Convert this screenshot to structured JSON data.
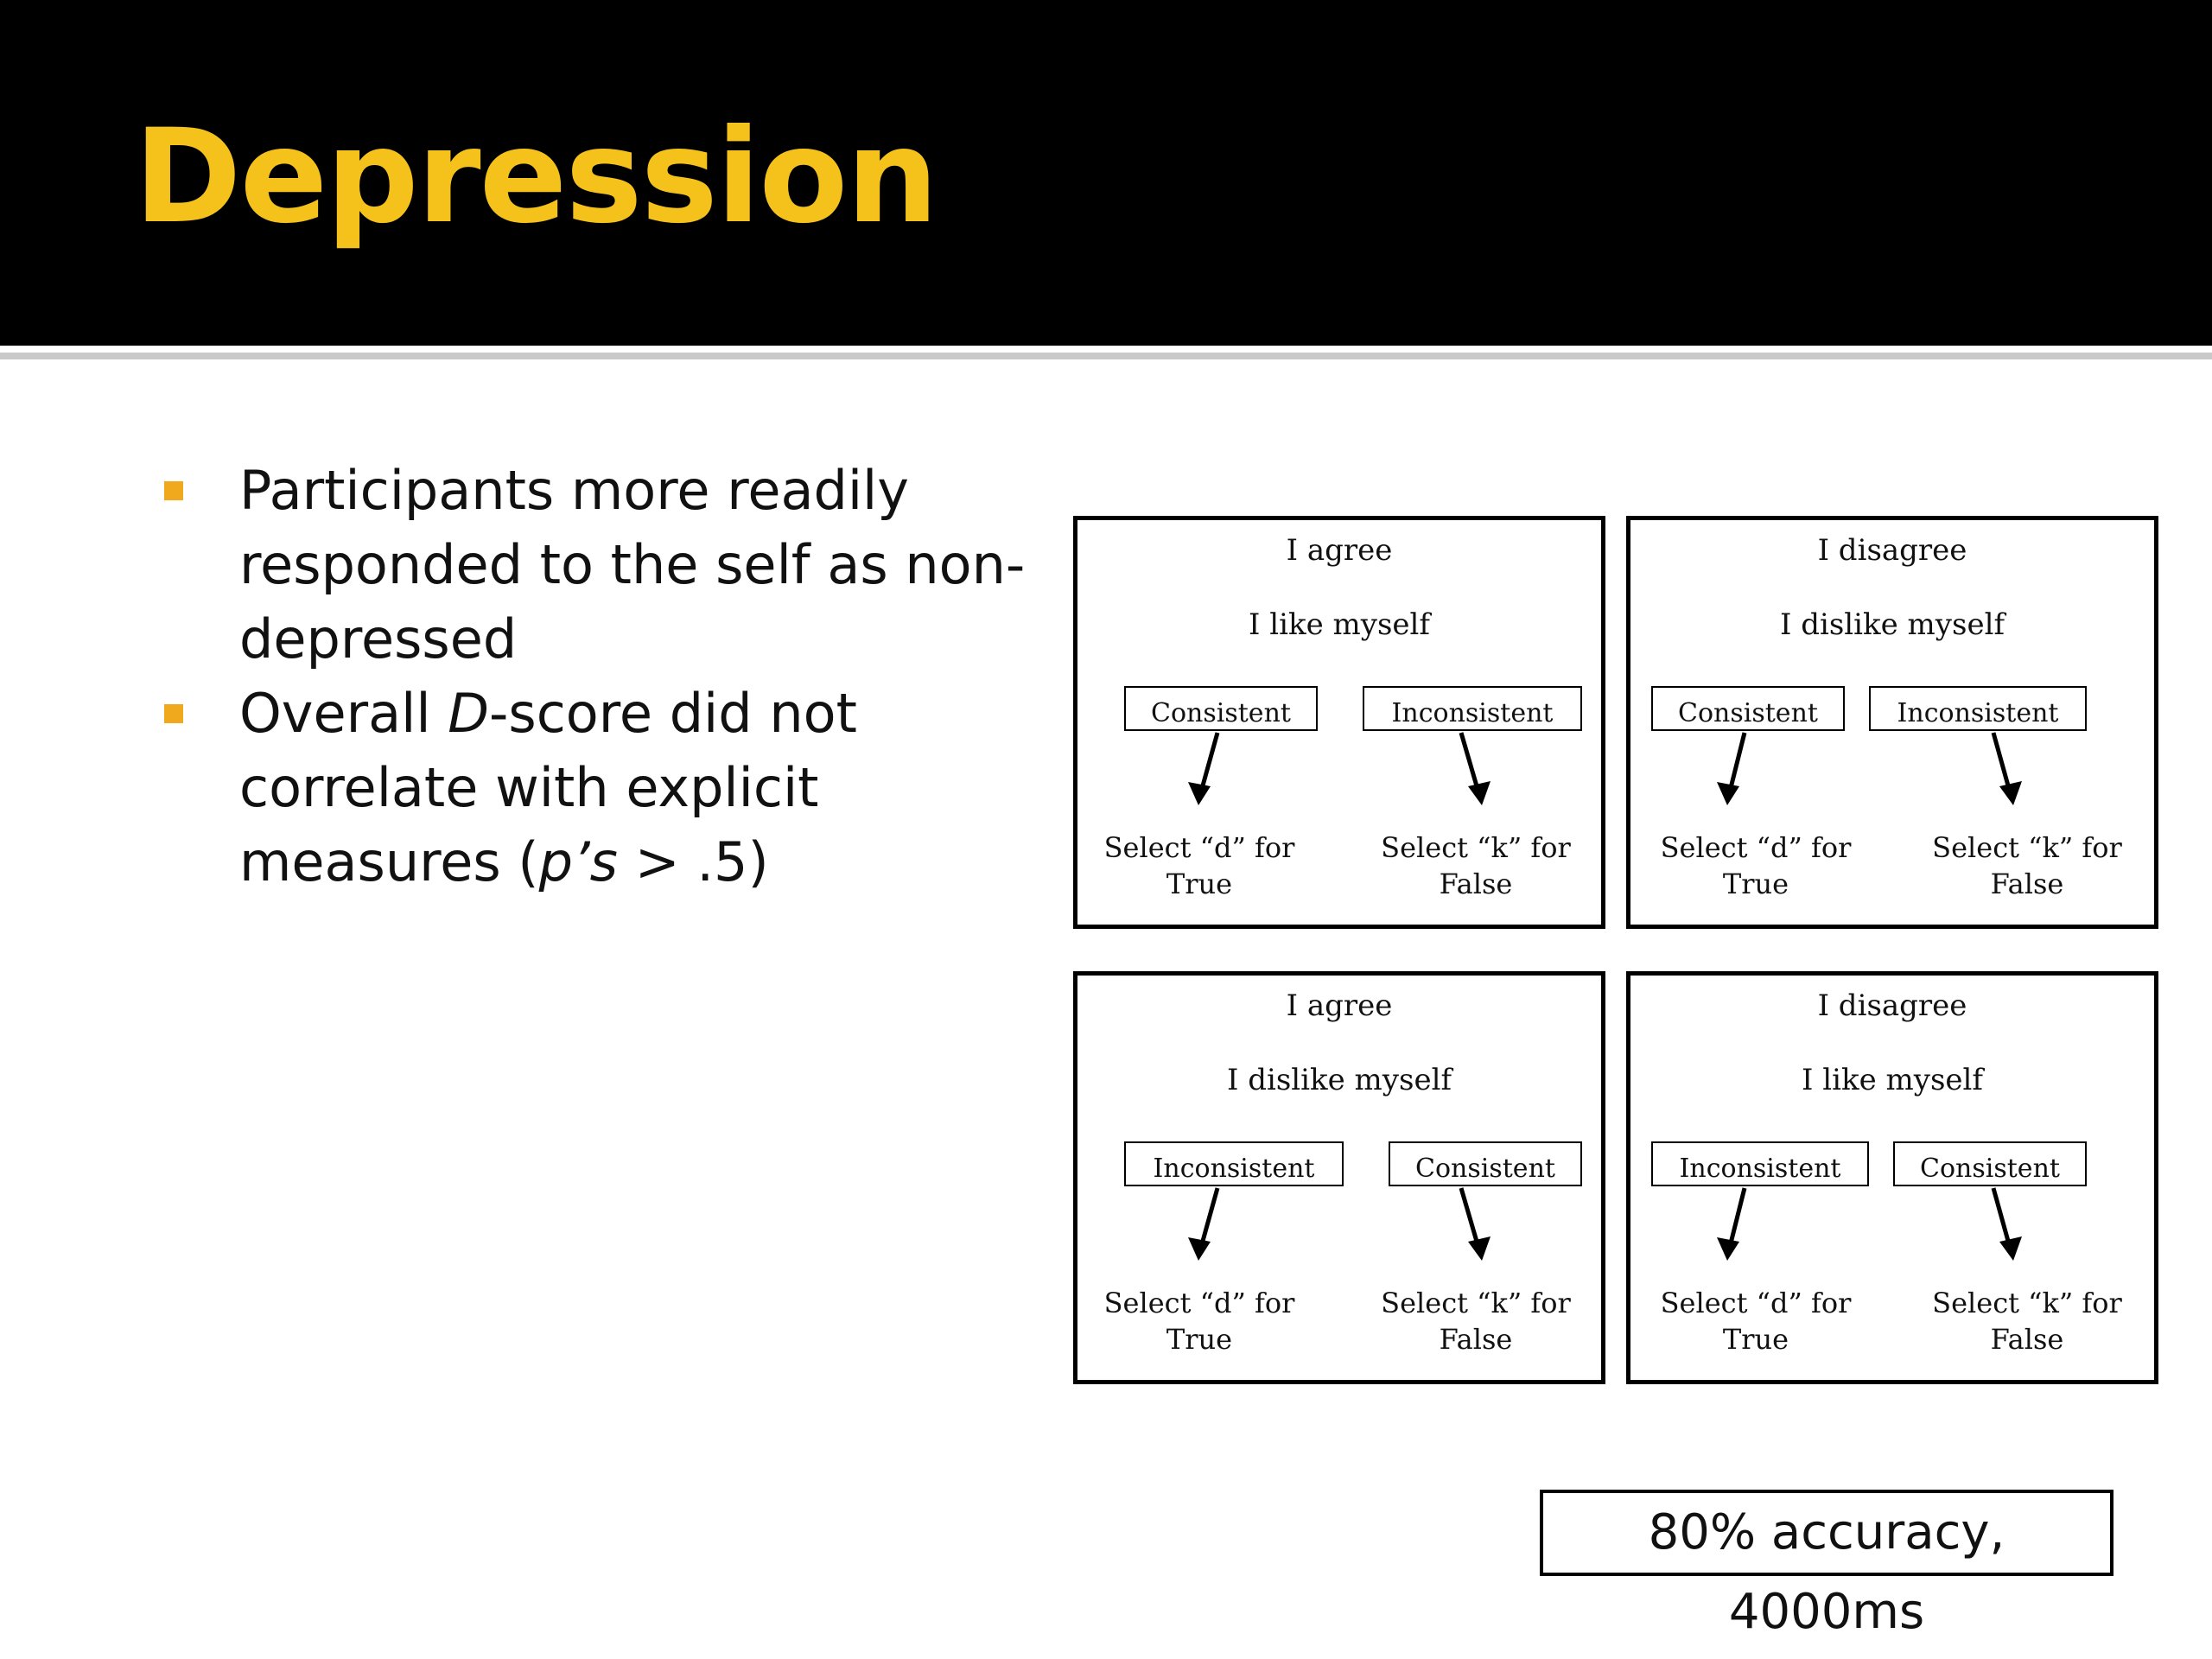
{
  "slide": {
    "title": "Depression",
    "bullets": [
      {
        "parts": [
          "Participants more readily responded to the self as non-depressed"
        ]
      },
      {
        "parts": [
          "Overall ",
          "D",
          "-score did not correlate with explicit measures (",
          "p’s",
          " > .5)"
        ]
      }
    ],
    "accuracy_note": "80% accuracy, 4000ms"
  },
  "panels": [
    {
      "line1": "I agree",
      "line2": "I like myself",
      "left": "Consistent",
      "right": "Inconsistent",
      "resp_left": [
        "Select “d” for",
        "True"
      ],
      "resp_right": [
        "Select “k” for",
        "False"
      ]
    },
    {
      "line1": "I disagree",
      "line2": "I dislike myself",
      "left": "Consistent",
      "right": "Inconsistent",
      "resp_left": [
        "Select “d” for",
        "True"
      ],
      "resp_right": [
        "Select “k” for",
        "False"
      ]
    },
    {
      "line1": "I agree",
      "line2": "I dislike myself",
      "left": "Inconsistent",
      "right": "Consistent",
      "resp_left": [
        "Select “d” for",
        "True"
      ],
      "resp_right": [
        "Select “k” for",
        "False"
      ]
    },
    {
      "line1": "I disagree",
      "line2": "I like myself",
      "left": "Inconsistent",
      "right": "Consistent",
      "resp_left": [
        "Select “d” for",
        "True"
      ],
      "resp_right": [
        "Select “k” for",
        "False"
      ]
    }
  ],
  "colors": {
    "title": "#f4c21b",
    "bullet": "#f0a81c",
    "header_bg": "#000000"
  }
}
